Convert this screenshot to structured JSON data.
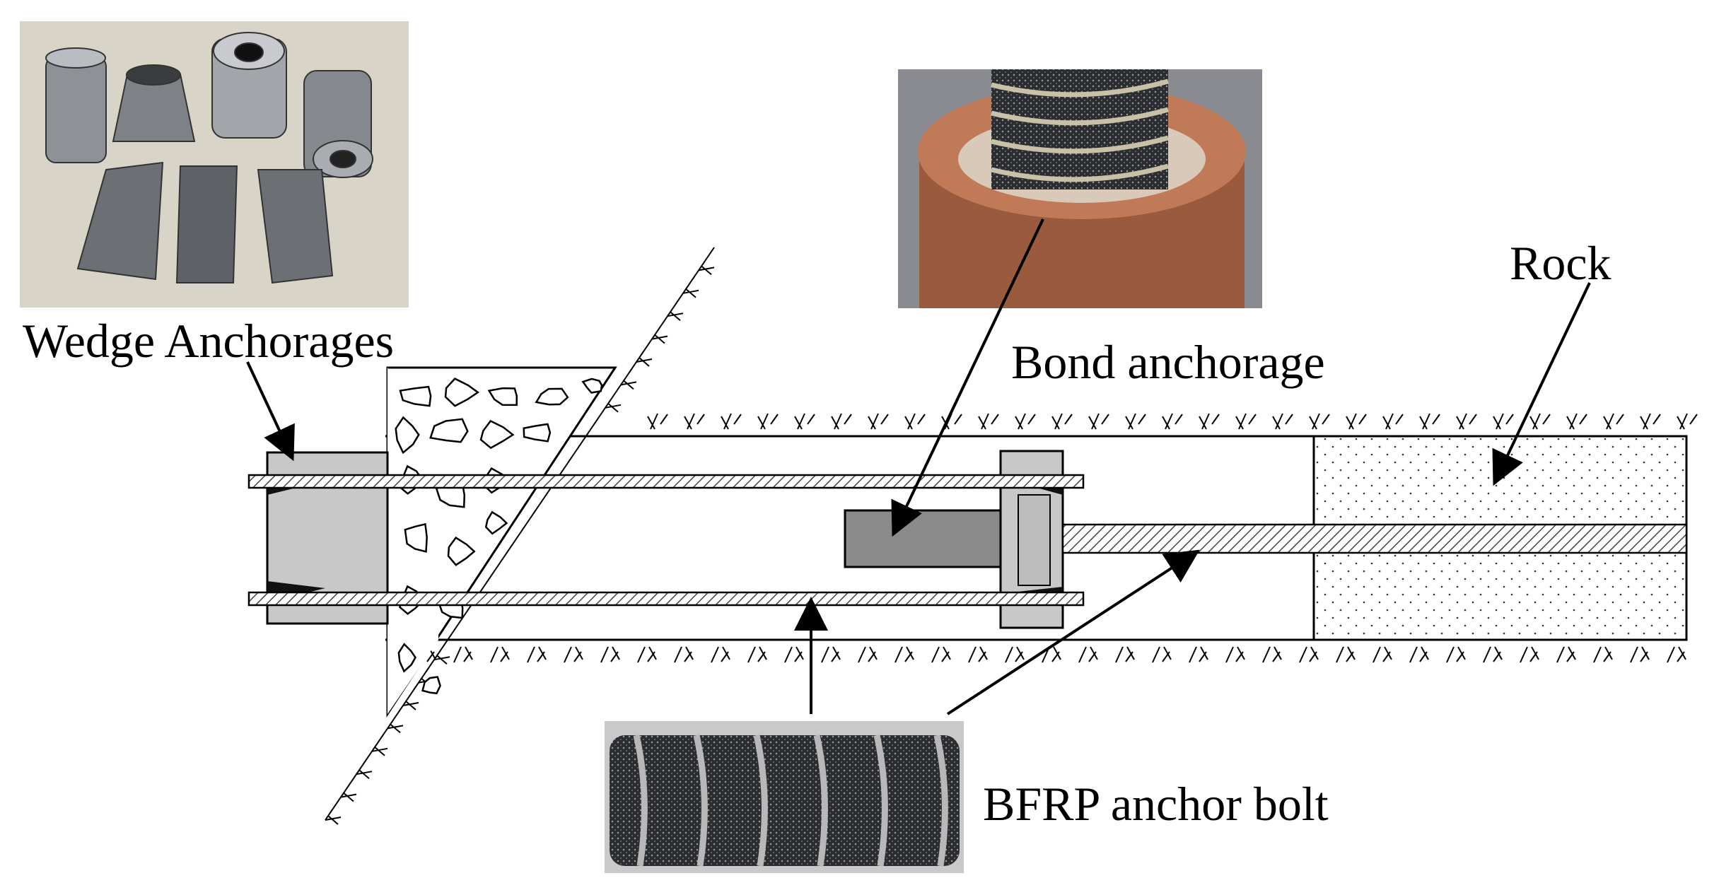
{
  "labels": {
    "wedge_anchorages": "Wedge Anchorages",
    "bond_anchorage": "Bond anchorage",
    "rock": "Rock",
    "bfrp_anchor_bolt": "BFRP anchor bolt"
  },
  "photos": {
    "wedge": "wedge anchorages photo",
    "bond": "bond anchorage photo",
    "bolt": "BFRP anchor bolt photo"
  },
  "colors": {
    "wedge_block": "#c8c8c8",
    "bond_block": "#8a8a8a",
    "bolt_hatch": "#555555",
    "photo_bg": "#d9d4c8"
  }
}
